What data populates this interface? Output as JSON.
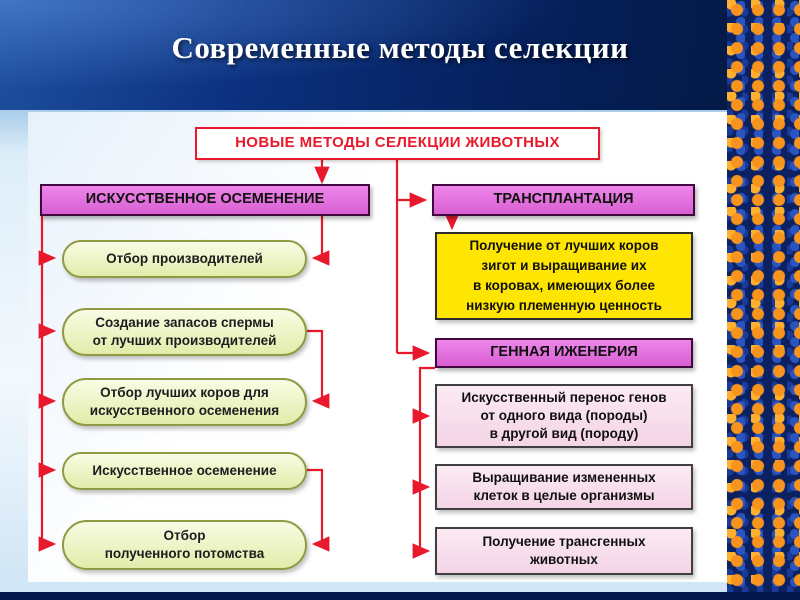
{
  "slide": {
    "title": "Современные методы селекции"
  },
  "diagram": {
    "root": "НОВЫЕ МЕТОДЫ СЕЛЕКЦИИ ЖИВОТНЫХ",
    "left_branch": {
      "header": "ИСКУССТВЕННОЕ ОСЕМЕНЕНИЕ",
      "steps": [
        "Отбор производителей",
        "Создание запасов спермы\nот лучших производителей",
        "Отбор лучших коров для\nискусственного осеменения",
        "Искусственное осеменение",
        "Отбор\nполученного потомства"
      ]
    },
    "right_branch": {
      "header": "ТРАНСПЛАНТАЦИЯ",
      "description": "Получение от лучших коров\nзигот и выращивание их\nв коровах, имеющих более\nнизкую племенную ценность",
      "sub_header": "ГЕННАЯ ИЖЕНЕРИЯ",
      "steps": [
        "Искусственный перенос генов\nот одного вида (породы)\nв другой вид (породу)",
        "Выращивание измененных\nклеток в целые организмы",
        "Получение трансгенных\nживотных"
      ]
    },
    "colors": {
      "accent_red": "#e8192c",
      "header_magenta": "#dd6bd6",
      "pill_green": "#eef3c0",
      "highlight_yellow": "#ffe602",
      "pink": "#f6d9e9",
      "slide_navy": "#0a2a6e"
    }
  }
}
